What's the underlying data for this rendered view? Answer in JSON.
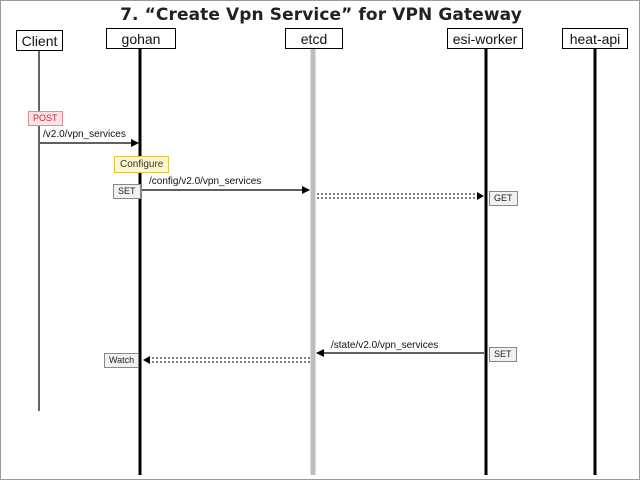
{
  "title": "7. “Create Vpn Service” for VPN Gateway",
  "actors": {
    "client": "Client",
    "gohan": "gohan",
    "etcd": "etcd",
    "esi_worker": "esi-worker",
    "heat_api": "heat-api"
  },
  "tags": {
    "post": "POST",
    "configure": "Configure",
    "set_gohan": "SET",
    "get_esi": "GET",
    "set_esi": "SET",
    "watch": "Watch"
  },
  "messages": {
    "client_to_gohan": "/v2.0/vpn_services",
    "gohan_to_etcd": "/config/v2.0/vpn_services",
    "esi_to_etcd": "/state/v2.0/vpn_services"
  },
  "colors": {
    "post_tag": "#fbe3e6",
    "configure_tag": "#fdf6cf",
    "etcd_lifeline": "#bdbdbd"
  }
}
